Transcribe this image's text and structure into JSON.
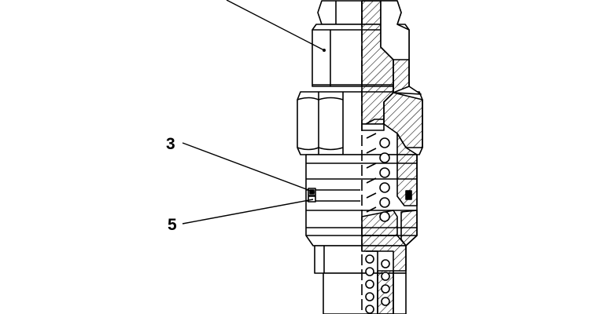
{
  "diagram": {
    "type": "technical-section-drawing",
    "callouts": [
      {
        "id": "top",
        "label": ""
      },
      {
        "id": "c3",
        "label": "3"
      },
      {
        "id": "c5",
        "label": "5"
      }
    ]
  }
}
